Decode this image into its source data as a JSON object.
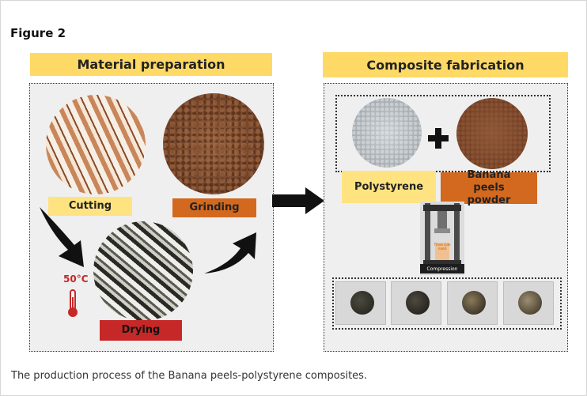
{
  "figure_label": "Figure 2",
  "panels": {
    "left_title": "Material preparation",
    "right_title": "Composite fabrication"
  },
  "steps": {
    "cutting": "Cutting",
    "grinding": "Grinding",
    "drying": "Drying",
    "temperature": "50°C"
  },
  "materials": {
    "polystyrene": "Polystyrene",
    "banana_powder": "Banana peels powder",
    "plus_symbol": "+"
  },
  "machine": {
    "mold_text": "Three side mold",
    "label": "Compression"
  },
  "caption": "The production process of the Banana peels-polystyrene composites.",
  "colors": {
    "banner": "#ffd966",
    "label_yellow": "#ffe380",
    "label_orange": "#d2691e",
    "label_red": "#c62828",
    "panel_bg": "#efefef"
  },
  "icons": [
    "thermometer-icon",
    "plus-icon",
    "right-arrow-icon",
    "curved-arrow-down-icon",
    "curved-arrow-up-icon"
  ]
}
